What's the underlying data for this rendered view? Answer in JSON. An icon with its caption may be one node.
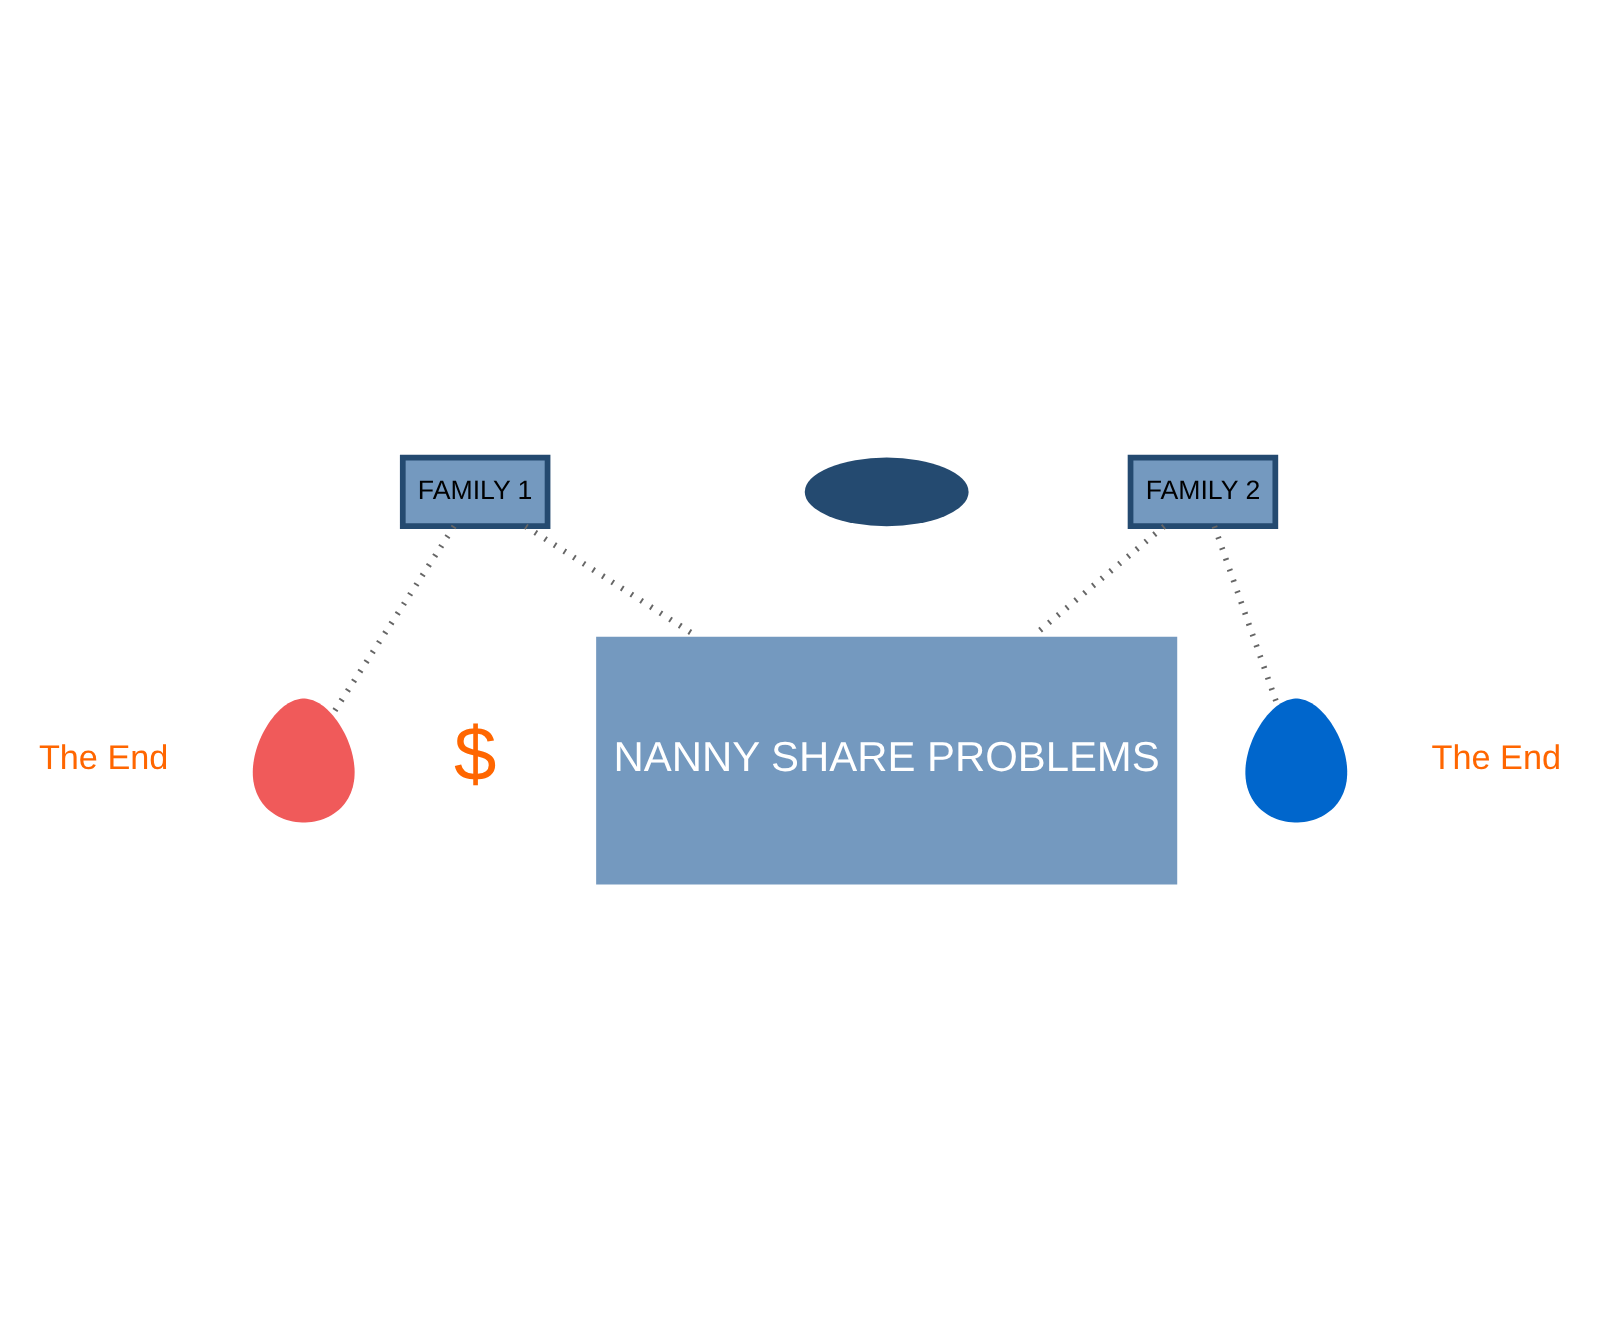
{
  "diagram": {
    "nodes": [
      {
        "text": [
          "FAMILY 1"
        ]
      },
      {
        "text": [],
        "shape": "cloud"
      },
      {
        "text": [
          "FAMILY 2"
        ]
      },
      {
        "text": [
          "NANNY SHARE PROBLEMS"
        ]
      },
      {
        "text": [],
        "shape": "person"
      },
      {
        "text": [],
        "shape": "person"
      }
    ],
    "edges": [
      {
        "from": 0,
        "to": 4,
        "arrow": "none",
        "style": "dashed"
      },
      {
        "from": 0,
        "to": 3,
        "arrow": "none",
        "style": "dashed"
      },
      {
        "from": 2,
        "to": 3,
        "arrow": "none",
        "style": "dashed"
      },
      {
        "from": 2,
        "to": 5,
        "arrow": "none",
        "style": "dashed"
      }
    ],
    "labels": [
      "$",
      "The End",
      "The End"
    ]
  }
}
